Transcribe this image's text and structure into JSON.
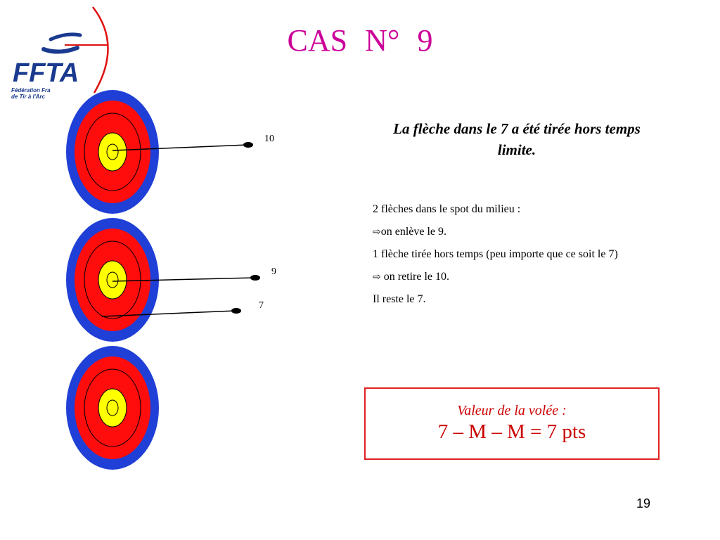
{
  "logo": {
    "icon": "ffta-archer-logo",
    "text": "FFTA",
    "subtitle_line1": "Fédération Fra",
    "subtitle_line2": "de Tir à l'Arc"
  },
  "slide": {
    "title": "CAS   N° 9",
    "page_number": "19"
  },
  "targets": {
    "arrow_labels": [
      "10",
      "9",
      "7"
    ],
    "colors": {
      "blue": "#1f3fd6",
      "red": "#ff0d0d",
      "yellow": "#ffff00"
    }
  },
  "explanation": {
    "headline": "La flèche dans le 7 a été tirée hors temps limite.",
    "lines": [
      {
        "arrow": false,
        "text": "2 flèches dans le spot du milieu :"
      },
      {
        "arrow": true,
        "text": "on enlève le 9."
      },
      {
        "arrow": false,
        "text": "1 flèche tirée hors temps (peu importe que ce soit le 7)"
      },
      {
        "arrow": true,
        "text": " on retire le 10."
      },
      {
        "arrow": false,
        "text": "Il reste le 7."
      }
    ],
    "arrow_symbol": "⇨"
  },
  "result": {
    "caption": "Valeur de la volée :",
    "value": "7 – M – M = 7 pts"
  }
}
